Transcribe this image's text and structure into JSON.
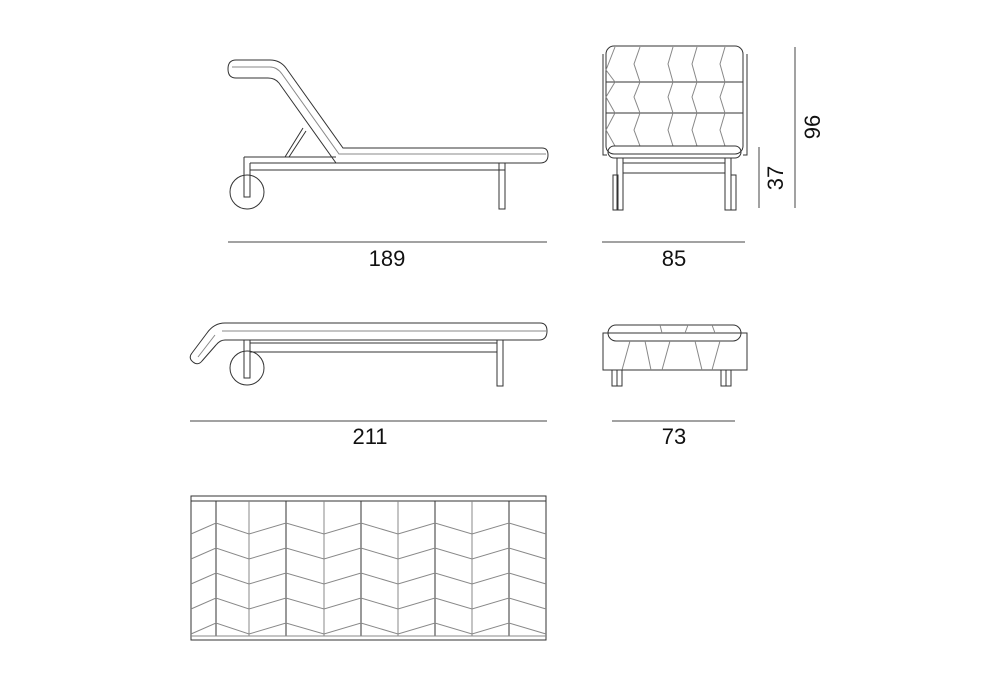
{
  "dimensions": {
    "side_length_reclined": "189",
    "front_width": "85",
    "seat_height": "37",
    "total_height": "96",
    "side_length_flat": "211",
    "front_width_flat": "73"
  },
  "colors": {
    "line": "#333333",
    "background": "#ffffff"
  }
}
